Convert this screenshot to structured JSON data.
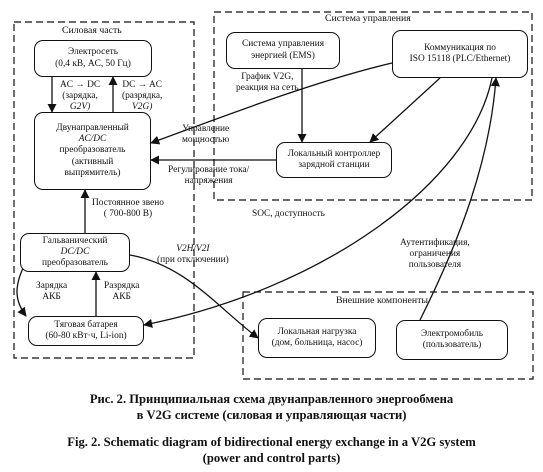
{
  "groups": {
    "power": "Силовая часть",
    "control": "Система управления",
    "external": "Внешние компоненты"
  },
  "nodes": {
    "grid": {
      "line1": "Электросеть",
      "line2": "(0,4 кВ, AC, 50 Гц)"
    },
    "acdc": {
      "line1": "Двунаправленный",
      "line2": "AC/DC",
      "line3": "преобразователь",
      "line4": "(активный",
      "line5": "выпрямитель)"
    },
    "dcdc": {
      "line1": "Гальванический",
      "line2": "DC/DC",
      "line3": "преобразователь"
    },
    "battery": {
      "line1": "Тяговая батарея",
      "line2": "(60-80 кВт·ч, Li-ion)"
    },
    "ems": {
      "line1": "Система управления",
      "line2": "энергией (EMS)"
    },
    "comm": {
      "line1": "Коммуникация по",
      "line2": "ISO 15118 (PLC/Ethernet)"
    },
    "controller": {
      "line1": "Локальный контроллер",
      "line2": "зарядной станции"
    },
    "load": {
      "line1": "Локальная нагрузка",
      "line2": "(дом, больница, насос)"
    },
    "ev": {
      "line1": "Электромобиль",
      "line2": "(пользователь)"
    }
  },
  "labels": {
    "g2v": {
      "line1": "AC → DC",
      "line2": "(зарядка,",
      "line3": "G2V)"
    },
    "v2g": {
      "line1": "DC → AC",
      "line2": "(разрядка,",
      "line3": "V2G)"
    },
    "schedule": {
      "line1": "График V2G,",
      "line2": "реакция на сеть"
    },
    "power_mgmt": {
      "line1": "Управление",
      "line2": "мощностью"
    },
    "current_reg": {
      "line1": "Регулирование тока/",
      "line2": "напряжения"
    },
    "dc_link": {
      "line1": "Постоянное звено",
      "line2": "( 700-800 В)"
    },
    "soc": "SOC, доступность",
    "v2h": {
      "line1": "V2H/V2I",
      "line2": "(при отключении)"
    },
    "charge": {
      "line1": "Зарядка",
      "line2": "АКБ"
    },
    "discharge": {
      "line1": "Разрядка",
      "line2": "АКБ"
    },
    "auth": {
      "line1": "Аутентификация,",
      "line2": "ограничения",
      "line3": "пользователя"
    }
  },
  "caption": {
    "ru_line1": "Рис. 2. Принципиальная схема двунаправленного энергообмена",
    "ru_line2": "в V2G системе (силовая и управляющая части)",
    "en_line1": "Fig. 2. Schematic diagram of bidirectional energy exchange in a V2G system",
    "en_line2": "(power and control parts)"
  }
}
